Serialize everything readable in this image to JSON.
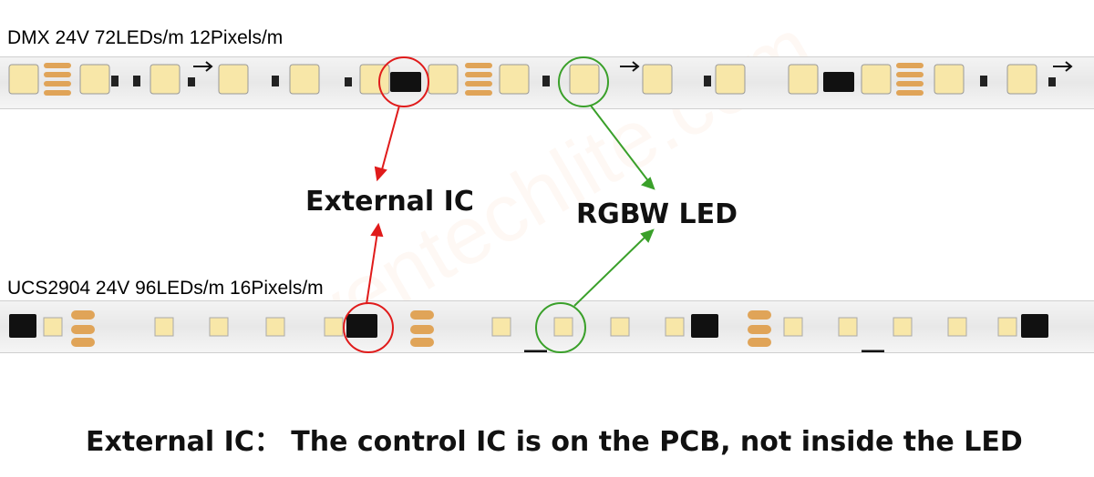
{
  "strips": {
    "top_label": "DMX 24V 72LEDs/m 12Pixels/m",
    "bottom_label": "UCS2904 24V 96LEDs/m 16Pixels/m"
  },
  "callouts": {
    "external_ic": "External IC",
    "rgbw_led": "RGBW LED"
  },
  "caption": "External IC： The control IC is on the PCB, not inside the LED",
  "watermark": "ventechlite.com",
  "colors": {
    "external_ic_marker": "#e01b1b",
    "rgbw_led_marker": "#3aa02a",
    "pad_copper": "#e0a458",
    "led_glow": "#f8e7a8"
  },
  "icons": {
    "chip": "ic-chip-icon",
    "led": "led-package-icon",
    "arrow": "direction-arrow-icon"
  }
}
